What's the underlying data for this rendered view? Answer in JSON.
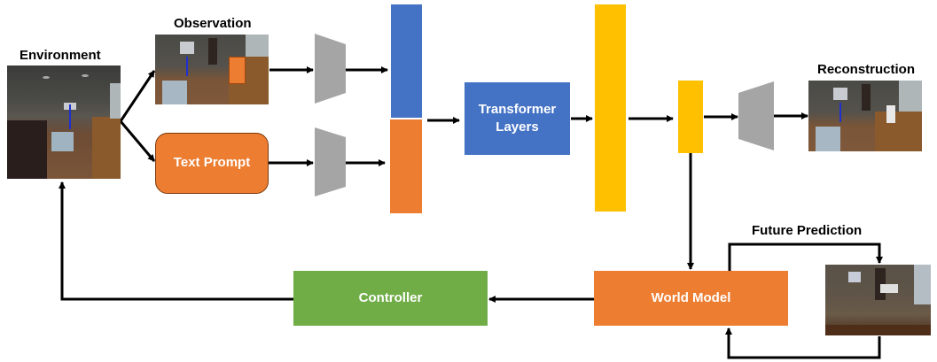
{
  "labels": {
    "environment": "Environment",
    "observation": "Observation",
    "reconstruction": "Reconstruction",
    "future_prediction": "Future Prediction"
  },
  "blocks": {
    "text_prompt": "Text Prompt",
    "transformer": "Transformer\nLayers",
    "controller": "Controller",
    "world_model": "World Model"
  },
  "colors": {
    "blue": "#4472c4",
    "orange": "#ed7d31",
    "yellow": "#ffc000",
    "green": "#70ad47",
    "gray": "#a5a5a5"
  }
}
